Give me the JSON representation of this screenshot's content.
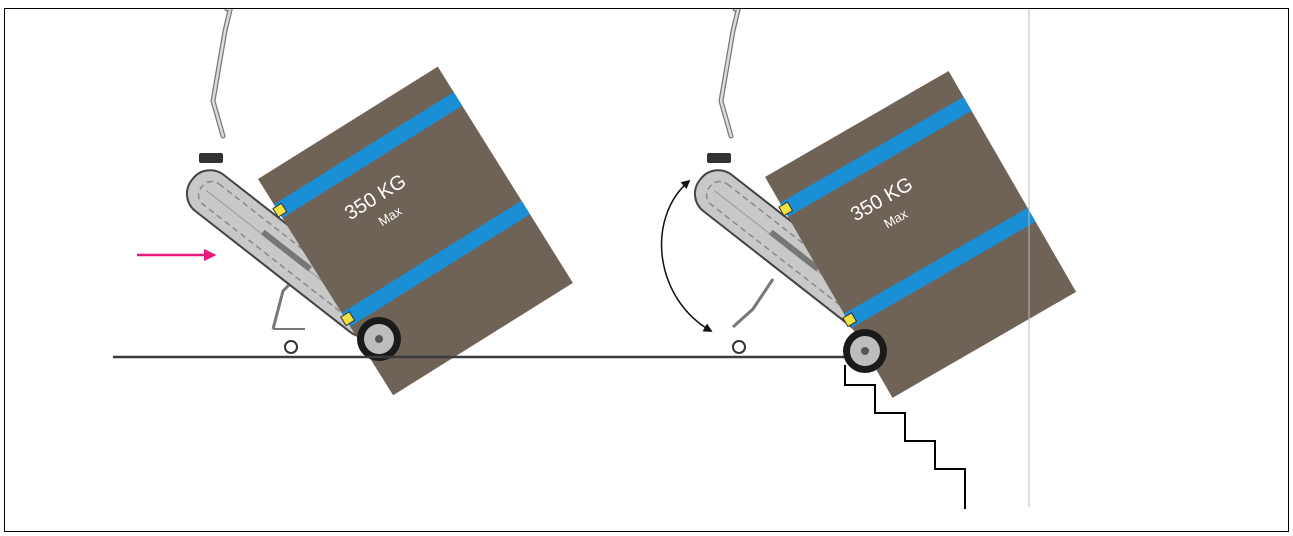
{
  "illustration": {
    "frames": [
      {
        "id": "approach",
        "load_label": "350 KG",
        "load_sublabel": "Max"
      },
      {
        "id": "stair-edge",
        "load_label": "350 KG",
        "load_sublabel": "Max"
      }
    ],
    "colors": {
      "load_box": "#6f6358",
      "strap": "#1a8fd6",
      "strap_clip": "#f0e040",
      "direction_arrow": "#e8197c",
      "ground_line": "#3a3a3a",
      "track_body": "#c8c8c8",
      "track_outline": "#444444",
      "wheel": "#1a1a1a",
      "wheel_hub": "#bdbdbd",
      "stair_line": "#000000",
      "divider": "#bbbbbb"
    },
    "icons": [
      "direction-arrow",
      "tilt-arrow"
    ]
  }
}
